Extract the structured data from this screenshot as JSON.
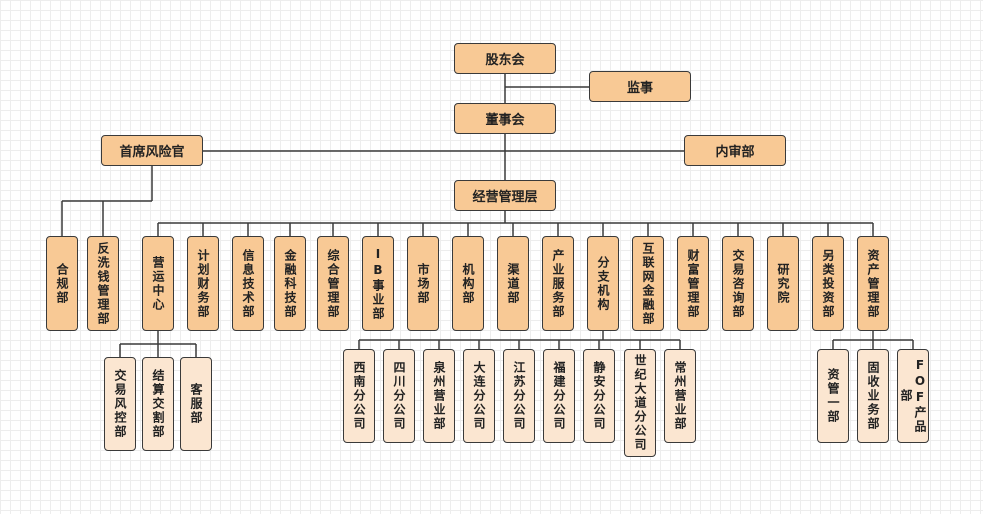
{
  "nodes": {
    "shareholders": "股东会",
    "supervisor": "监事",
    "board": "董事会",
    "cro": "首席风险官",
    "audit": "内审部",
    "management": "经营管理层",
    "compliance": "合规部",
    "aml": "反洗钱管理部",
    "operations": "营运中心",
    "finance": "计划财务部",
    "it": "信息技术部",
    "fintech": "金融科技部",
    "admin": "综合管理部",
    "ib": "IB事业部",
    "market": "市场部",
    "institution": "机构部",
    "channel": "渠道部",
    "industry": "产业服务部",
    "branches": "分支机构",
    "internet": "互联网金融部",
    "wealth": "财富管理部",
    "consulting": "交易咨询部",
    "research": "研究院",
    "alt_invest": "另类投资部",
    "asset_mgmt": "资产管理部",
    "risk_control": "交易风控部",
    "settlement": "结算交割部",
    "customer_service": "客服部",
    "xinan": "西南分公司",
    "sichuan": "四川分公司",
    "quanzhou": "泉州营业部",
    "dalian": "大连分公司",
    "jiangsu": "江苏分公司",
    "fujian": "福建分公司",
    "jingan": "静安分公司",
    "century": "世纪大道分公司",
    "changzhou": "常州营业部",
    "asset_one": "资管一部",
    "fixed_income": "固收业务部",
    "fof": "FOF产品部"
  }
}
